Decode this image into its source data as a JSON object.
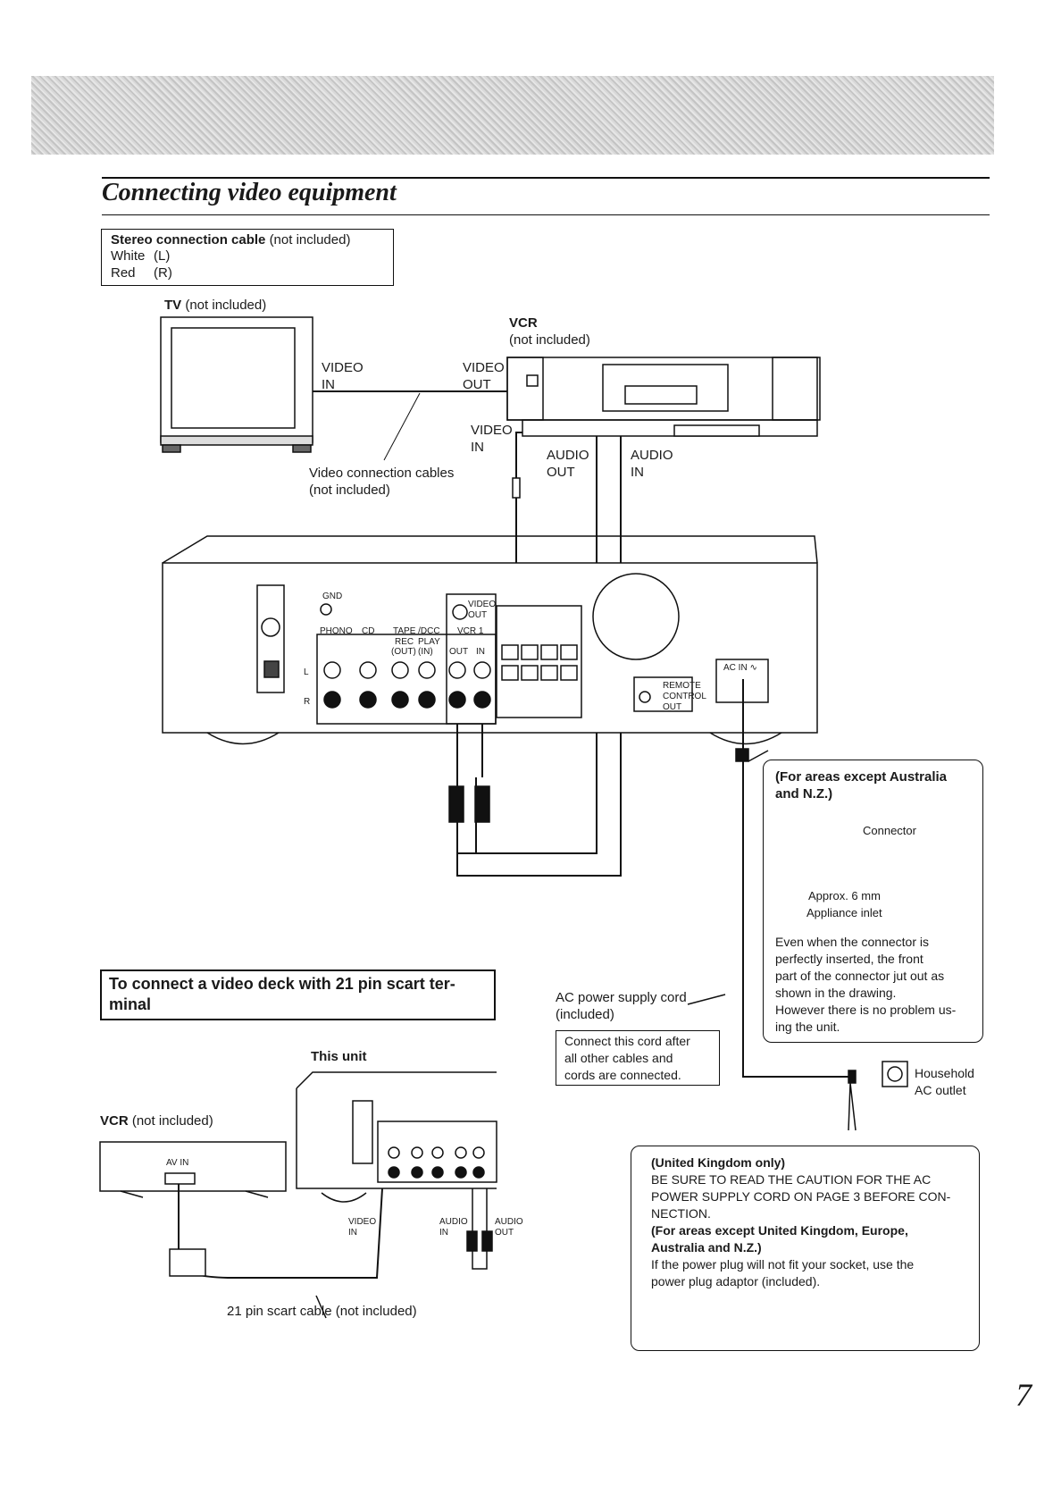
{
  "header": {
    "title": "Connecting video equipment"
  },
  "cable_legend": {
    "title_bold": "Stereo connection cable",
    "title_note": "(not included)",
    "white": "White",
    "white_side": "(L)",
    "red": "Red",
    "red_side": "(R)"
  },
  "tv": {
    "name": "TV",
    "note": "(not included)"
  },
  "vcr": {
    "name": "VCR",
    "note": "(not included)"
  },
  "jacks": {
    "tv_video_in": [
      "VIDEO",
      "IN"
    ],
    "vcr_video_out": [
      "VIDEO",
      "OUT"
    ],
    "vcr_video_in": [
      "VIDEO",
      "IN"
    ],
    "vcr_audio_out": [
      "AUDIO",
      "OUT"
    ],
    "vcr_audio_in": [
      "AUDIO",
      "IN"
    ]
  },
  "video_cables": [
    "Video connection cables",
    "(not included)"
  ],
  "unit_panel": {
    "gnd": "GND",
    "phono": "PHONO",
    "cd": "CD",
    "tape": "TAPE /DCC",
    "vcr1": "VCR 1",
    "rec": "REC",
    "play": "PLAY",
    "rec_out": "(OUT)",
    "play_in": "(IN)",
    "out": "OUT",
    "in": "IN",
    "video_out": [
      "VIDEO",
      "OUT"
    ],
    "remote": [
      "REMOTE",
      "CONTROL",
      "OUT"
    ],
    "ac_in": "AC IN ∿",
    "l": "L",
    "r": "R"
  },
  "plug_box": {
    "title": "(For areas except Australia and N.Z.)",
    "connector": "Connector",
    "approx": "Approx. 6 mm",
    "appliance_inlet": "Appliance inlet",
    "note": [
      "Even when the connector is",
      "perfectly inserted, the front",
      "part of the connector jut out as",
      "shown in the drawing.",
      "However there is no problem us-",
      "ing the unit."
    ]
  },
  "ac_cord": [
    "AC power supply cord",
    "(included)"
  ],
  "connect_note": [
    "Connect this cord after",
    "all other cables and",
    "cords are connected."
  ],
  "outlet": [
    "Household",
    "AC outlet"
  ],
  "scart_heading": [
    "To connect a video deck with 21 pin scart ter-",
    "minal"
  ],
  "scart": {
    "this_unit": "This unit",
    "vcr_name": "VCR",
    "vcr_note": "(not included)",
    "av_in": "AV IN",
    "video_in": [
      "VIDEO",
      "IN"
    ],
    "audio_in": [
      "AUDIO",
      "IN"
    ],
    "audio_out": [
      "AUDIO",
      "OUT"
    ],
    "cable": "21 pin scart cable (not included)"
  },
  "uk_box": {
    "uk_title": "(United Kingdom only)",
    "uk_text": [
      "BE SURE TO READ THE CAUTION FOR THE AC",
      "POWER SUPPLY CORD ON PAGE 3 BEFORE CON-",
      "NECTION."
    ],
    "other_title": [
      "(For areas except United Kingdom, Europe,",
      "Australia and N.Z.)"
    ],
    "other_text": [
      "If the power plug will not fit your socket, use the",
      "power plug adaptor (included)."
    ]
  },
  "page_number": "7"
}
